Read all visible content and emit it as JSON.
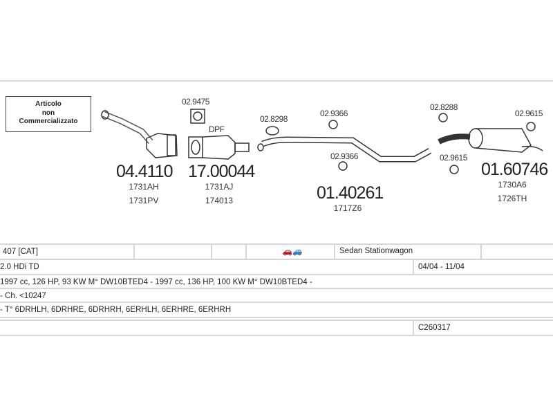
{
  "note_box": [
    "Articolo",
    "non",
    "Commercializzato"
  ],
  "parts": {
    "gasket_top": "02.9475",
    "dpf_label": "DPF",
    "clamp1": "02.8298",
    "rubber1": "02.9366",
    "rubber2": "02.9366",
    "clamp2": "02.8288",
    "rubber3": "02.9615",
    "rubber4": "02.9615",
    "cat": {
      "code": "04.4110",
      "refs": [
        "1731AH",
        "1731PV"
      ]
    },
    "dpf": {
      "code": "17.00044",
      "refs": [
        "1731AJ",
        "174013"
      ]
    },
    "middle": {
      "code": "01.40261",
      "refs": [
        "1717Z6"
      ]
    },
    "rear": {
      "code": "01.60746",
      "refs": [
        "1730A6",
        "1726TH"
      ]
    }
  },
  "table": {
    "model": "407  [CAT]",
    "body_types": "Sedan  Stationwagon",
    "engine": "2.0 HDi TD",
    "dates": "04/04 - 11/04",
    "specs": "1997 cc, 126 HP, 93 KW M° DW10BTED4 -  1997 cc, 136 HP, 100 KW M° DW10BTED4 -",
    "chassis": "- Ch. <10247",
    "types": "- T° 6DRHLH, 6DRHRE, 6DRHRH, 6ERHLH, 6ERHRE, 6ERHRH",
    "catalog_code": "C260317"
  }
}
